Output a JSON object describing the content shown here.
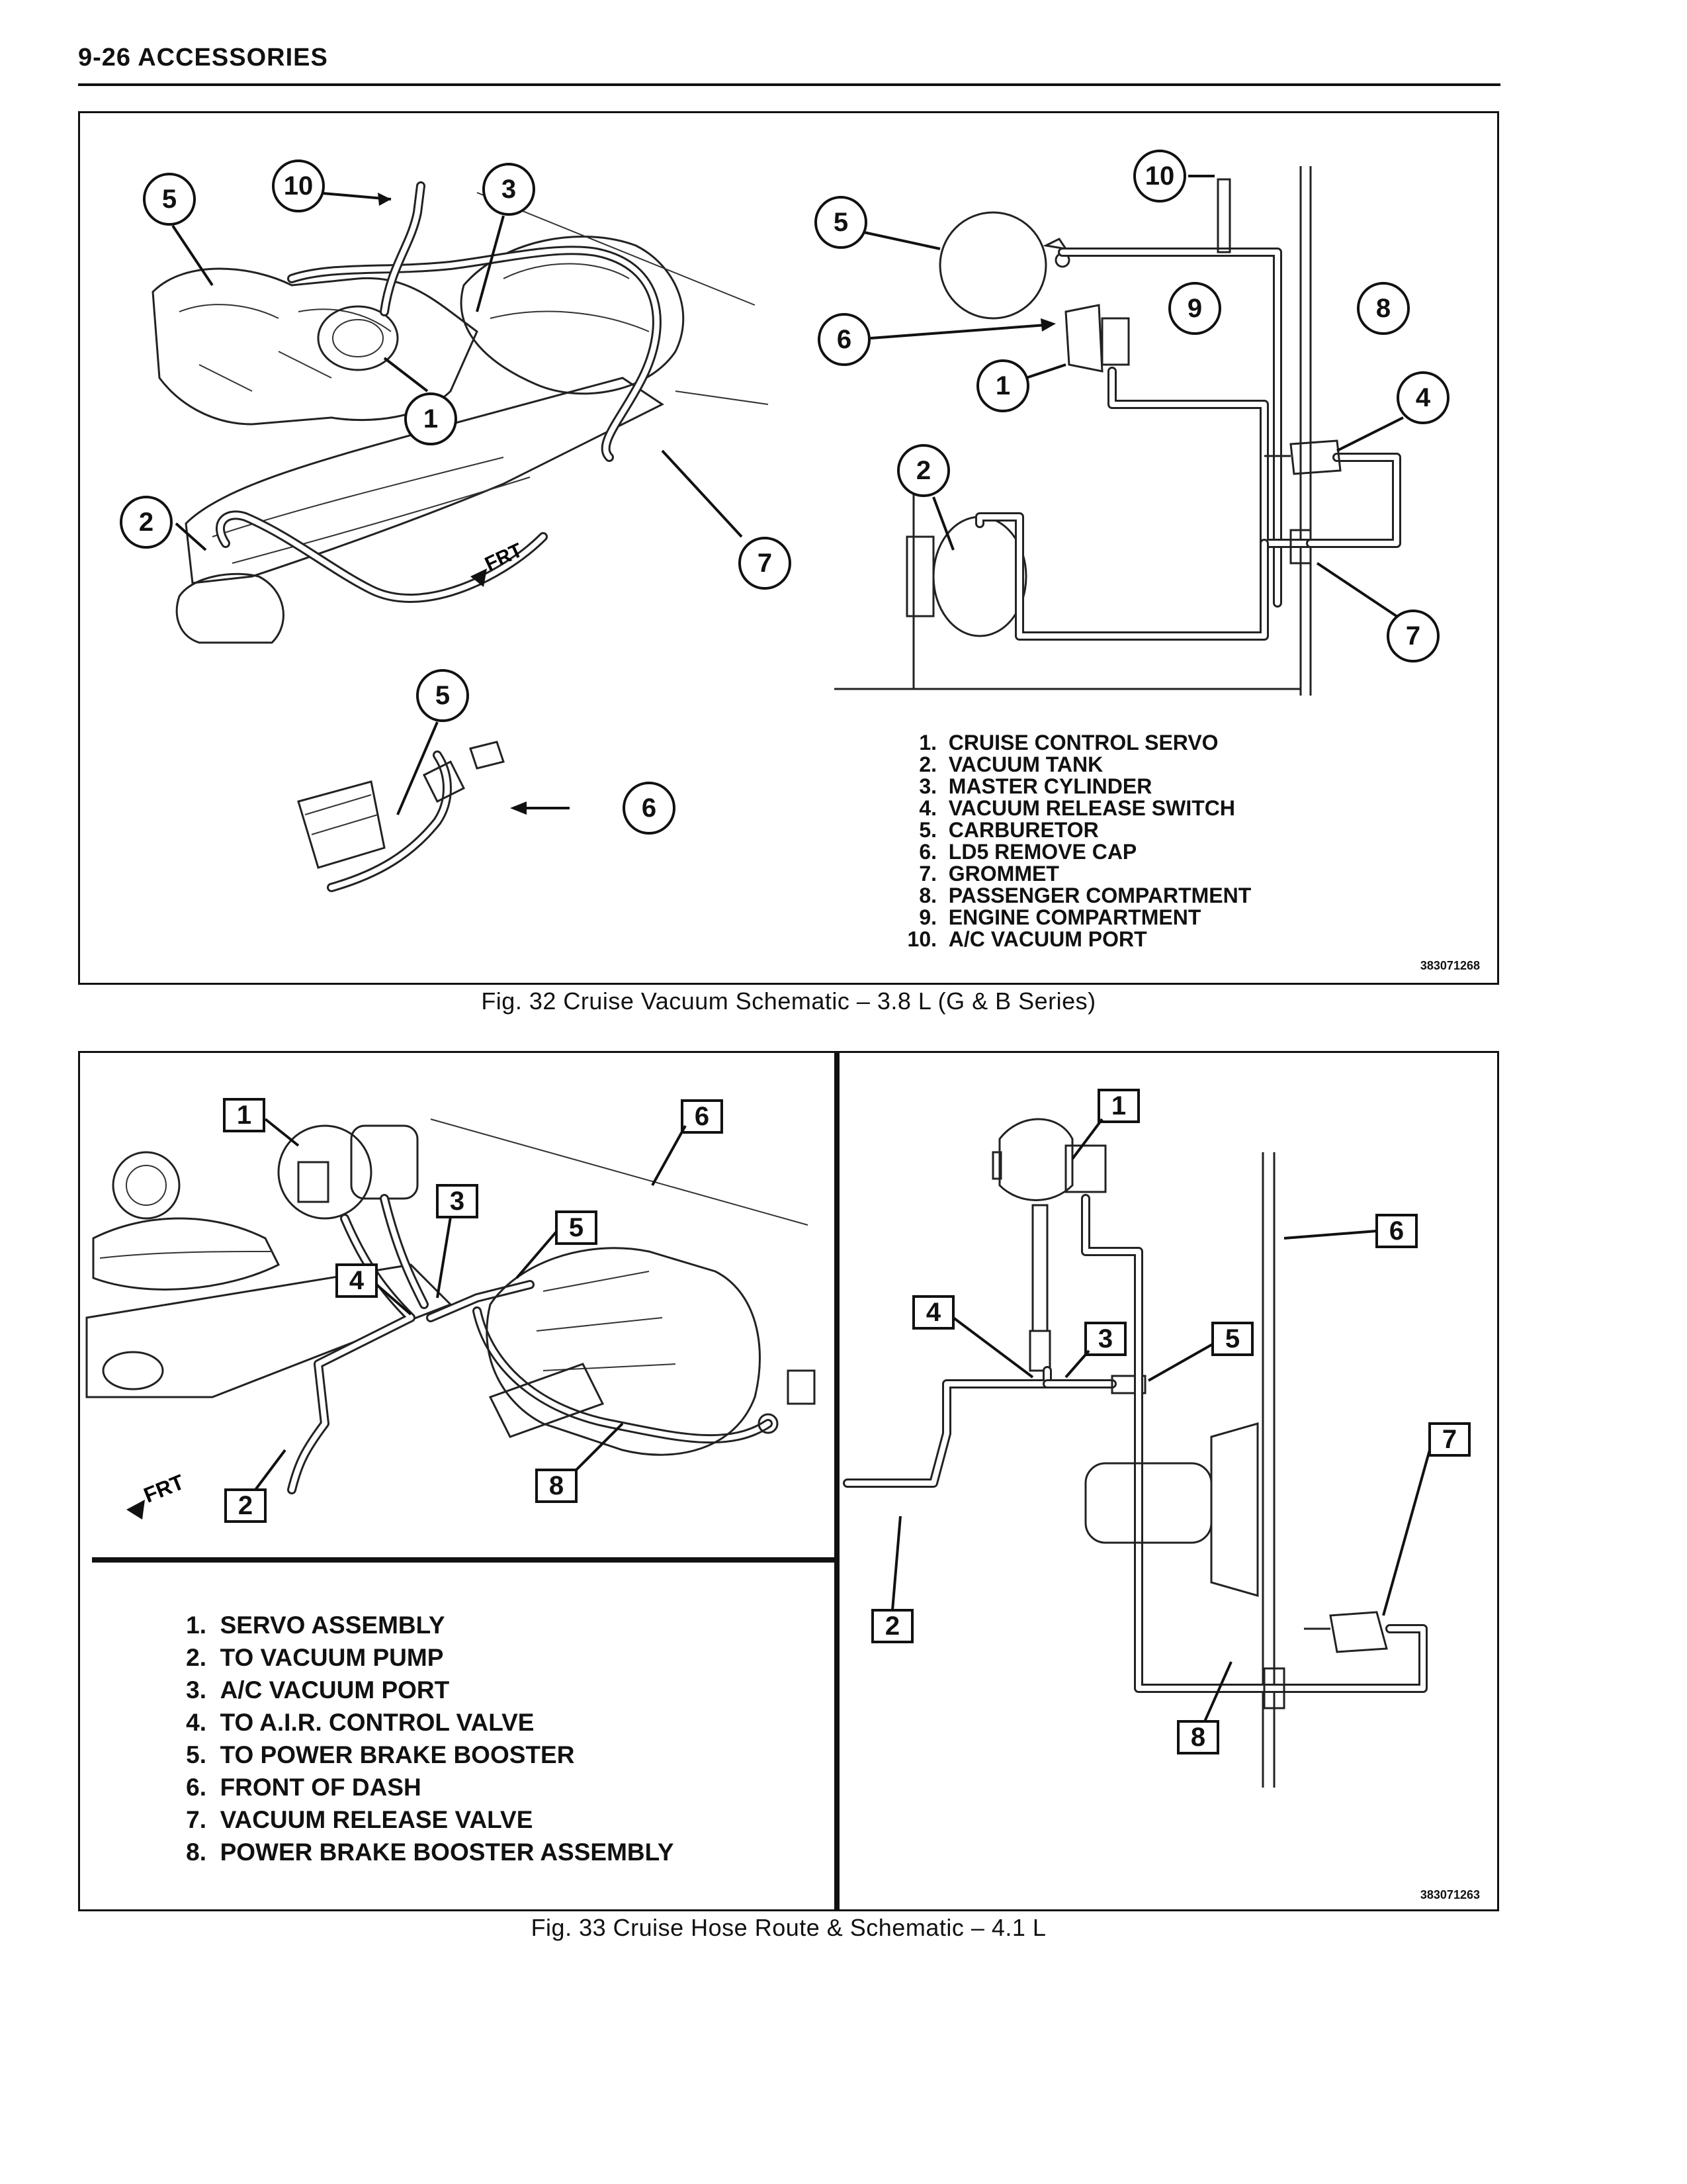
{
  "page": {
    "header": "9-26 ACCESSORIES"
  },
  "figure32": {
    "caption": "Fig. 32 Cruise Vacuum Schematic – 3.8 L (G & B Series)",
    "part_number": "383071268",
    "frt_label": "FRT",
    "legend": [
      {
        "num": "1.",
        "text": "CRUISE CONTROL SERVO"
      },
      {
        "num": "2.",
        "text": "VACUUM TANK"
      },
      {
        "num": "3.",
        "text": "MASTER CYLINDER"
      },
      {
        "num": "4.",
        "text": "VACUUM RELEASE SWITCH"
      },
      {
        "num": "5.",
        "text": "CARBURETOR"
      },
      {
        "num": "6.",
        "text": "LD5 REMOVE CAP"
      },
      {
        "num": "7.",
        "text": "GROMMET"
      },
      {
        "num": "8.",
        "text": "PASSENGER COMPARTMENT"
      },
      {
        "num": "9.",
        "text": "ENGINE COMPARTMENT"
      },
      {
        "num": "10.",
        "text": "A/C VACUUM PORT"
      }
    ],
    "callouts": [
      "1",
      "2",
      "3",
      "4",
      "5",
      "6",
      "7",
      "8",
      "9",
      "10"
    ]
  },
  "figure33": {
    "caption": "Fig. 33 Cruise Hose Route & Schematic – 4.1 L",
    "part_number": "383071263",
    "frt_label": "FRT",
    "legend": [
      {
        "num": "1.",
        "text": "SERVO ASSEMBLY"
      },
      {
        "num": "2.",
        "text": "TO VACUUM PUMP"
      },
      {
        "num": "3.",
        "text": "A/C VACUUM PORT"
      },
      {
        "num": "4.",
        "text": "TO A.I.R. CONTROL VALVE"
      },
      {
        "num": "5.",
        "text": "TO POWER BRAKE BOOSTER"
      },
      {
        "num": "6.",
        "text": "FRONT OF DASH"
      },
      {
        "num": "7.",
        "text": "VACUUM RELEASE VALVE"
      },
      {
        "num": "8.",
        "text": "POWER BRAKE BOOSTER ASSEMBLY"
      }
    ],
    "callouts": [
      "1",
      "2",
      "3",
      "4",
      "5",
      "6",
      "7",
      "8"
    ]
  }
}
